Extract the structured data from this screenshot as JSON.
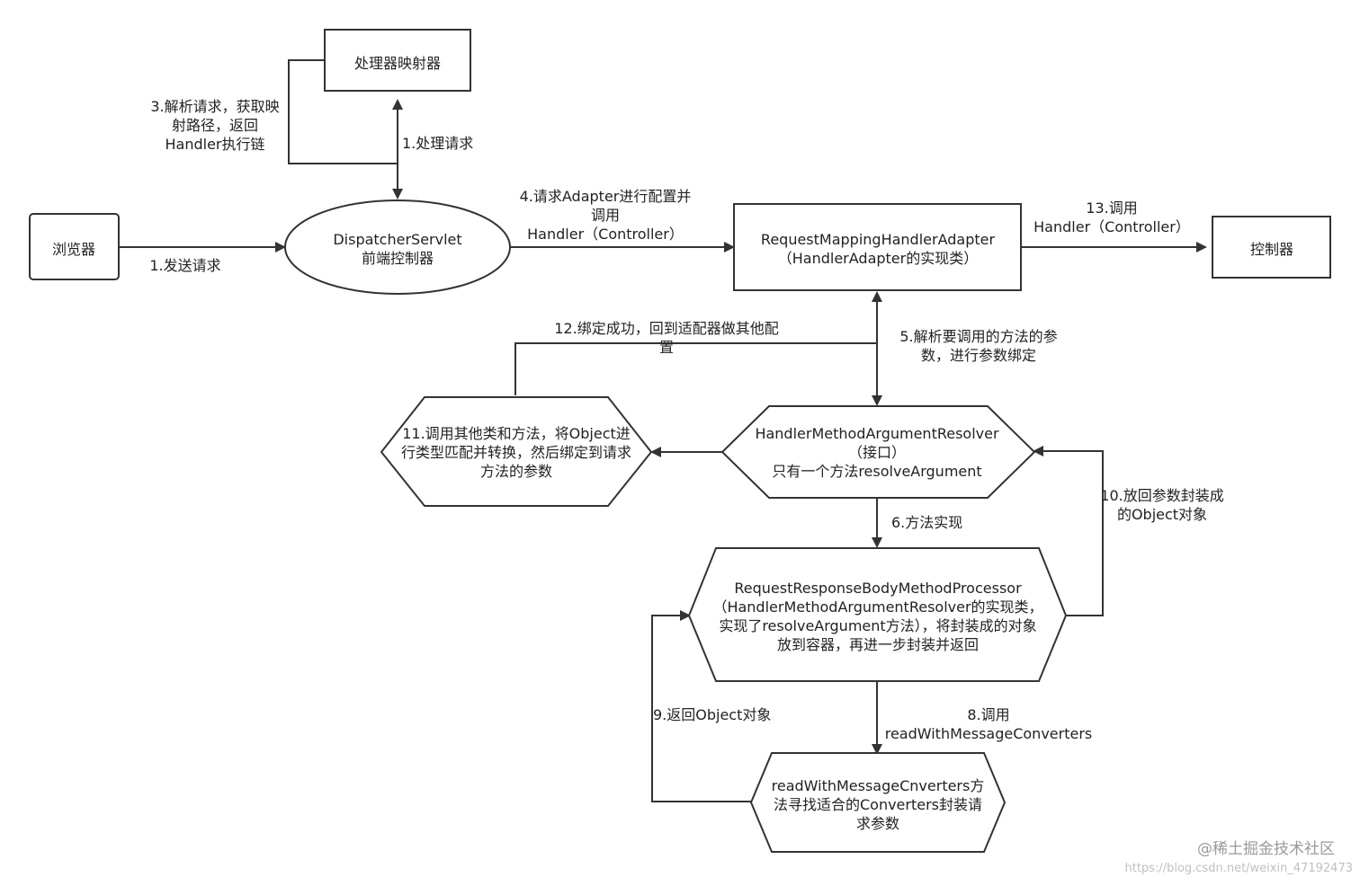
{
  "nodes": {
    "mapper": {
      "lines": [
        "处理器映射器"
      ]
    },
    "browser": {
      "lines": [
        "浏览器"
      ]
    },
    "dispatcher": {
      "lines": [
        "DispatcherServlet",
        "前端控制器"
      ]
    },
    "adapter": {
      "lines": [
        "RequestMappingHandlerAdapter",
        "（HandlerAdapter的实现类）"
      ]
    },
    "controller": {
      "lines": [
        "控制器"
      ]
    },
    "resolver": {
      "lines": [
        "HandlerMethodArgumentResolver",
        "（接口）",
        "只有一个方法resolveArgument"
      ]
    },
    "convert": {
      "lines": [
        "11.调用其他类和方法，将Object进",
        "行类型匹配并转换，然后绑定到请求",
        "方法的参数"
      ]
    },
    "processor": {
      "lines": [
        "RequestResponseBodyMethodProcessor",
        "（HandlerMethodArgumentResolver的实现类，",
        "实现了resolveArgument方法），将封装成的对象",
        "放到容器，再进一步封装并返回"
      ]
    },
    "reader": {
      "lines": [
        "readWithMessageCnverters方",
        "法寻找适合的Converters封装请",
        "求参数"
      ]
    }
  },
  "edges": {
    "e1_send": {
      "lines": [
        "1.发送请求"
      ]
    },
    "e1_handle": {
      "lines": [
        "1.处理请求"
      ]
    },
    "e3": {
      "lines": [
        "3.解析请求，获取映",
        "射路径，返回",
        "Handler执行链"
      ]
    },
    "e4": {
      "lines": [
        "4.请求Adapter进行配置并",
        "调用",
        "Handler（Controller）"
      ]
    },
    "e13": {
      "lines": [
        "13.调用",
        "Handler（Controller）"
      ]
    },
    "e5": {
      "lines": [
        "5.解析要调用的方法的参",
        "数，进行参数绑定"
      ]
    },
    "e12": {
      "lines": [
        "12.绑定成功，回到适配器做其他配",
        "置"
      ]
    },
    "e6": {
      "lines": [
        "6.方法实现"
      ]
    },
    "e10": {
      "lines": [
        "10.放回参数封装成",
        "的Object对象"
      ]
    },
    "e8": {
      "lines": [
        "8.调用",
        "readWithMessageConverters"
      ]
    },
    "e9": {
      "lines": [
        "9.返回Object对象"
      ]
    }
  },
  "watermark": {
    "text": "@稀土掘金技术社区",
    "url": "https://blog.csdn.net/weixin_47192473"
  }
}
